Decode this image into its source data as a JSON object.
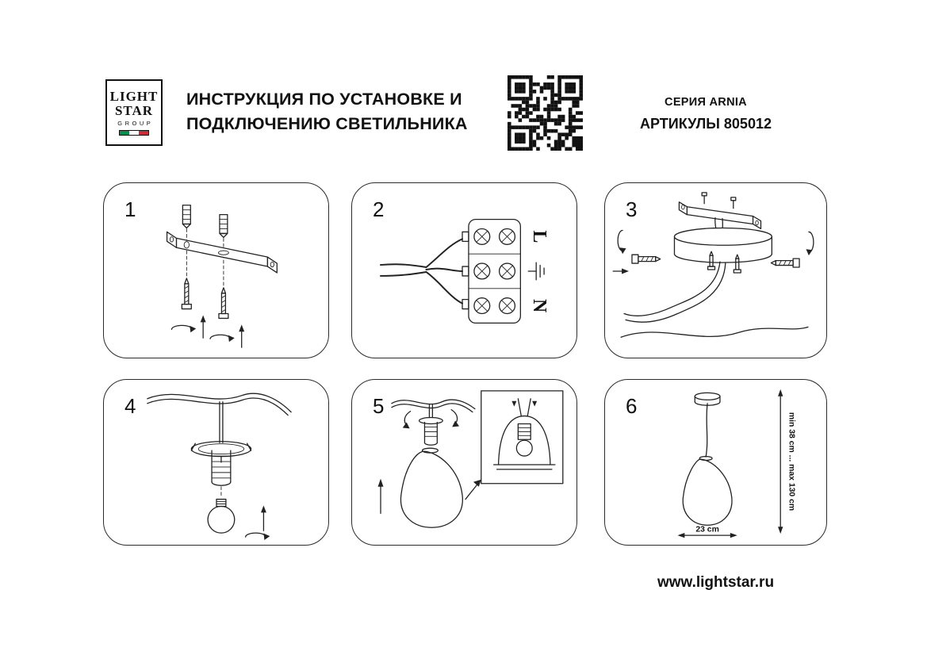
{
  "header": {
    "logo": {
      "line1": "LIGHT",
      "line2": "STAR",
      "line3": "GROUP"
    },
    "title_line1": "ИНСТРУКЦИЯ ПО УСТАНОВКЕ И",
    "title_line2": "ПОДКЛЮЧЕНИЮ СВЕТИЛЬНИКА",
    "series": "СЕРИЯ ARNIA",
    "articles": "АРТИКУЛЫ 805012"
  },
  "steps": [
    {
      "number": "1"
    },
    {
      "number": "2",
      "label_line": "L",
      "label_neutral": "N"
    },
    {
      "number": "3"
    },
    {
      "number": "4"
    },
    {
      "number": "5"
    },
    {
      "number": "6",
      "dim_height": "min 38 cm ... max 130 cm",
      "dim_width": "23 cm"
    }
  ],
  "footer": {
    "website": "www.lightstar.ru"
  },
  "colors": {
    "ink": "#111111",
    "line": "#222222",
    "flag_green": "#009246",
    "flag_red": "#ce2b37"
  }
}
